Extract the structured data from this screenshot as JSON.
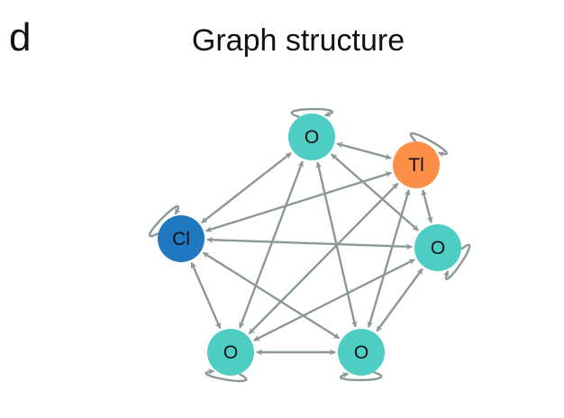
{
  "panel": {
    "letter": "d",
    "title": "Graph structure"
  },
  "graph": {
    "edge_color": "#8c9896",
    "nodes": [
      {
        "id": "n_top",
        "label": "O",
        "color": "#4ecdc4"
      },
      {
        "id": "n_tl",
        "label": "Tl",
        "color": "#fe8f48"
      },
      {
        "id": "n_right",
        "label": "O",
        "color": "#4ecdc4"
      },
      {
        "id": "n_br",
        "label": "O",
        "color": "#4ecdc4"
      },
      {
        "id": "n_bl",
        "label": "O",
        "color": "#4ecdc4"
      },
      {
        "id": "n_cl",
        "label": "Cl",
        "color": "#1f78c0"
      }
    ],
    "edges": "complete directed graph with self-loops on every node"
  }
}
